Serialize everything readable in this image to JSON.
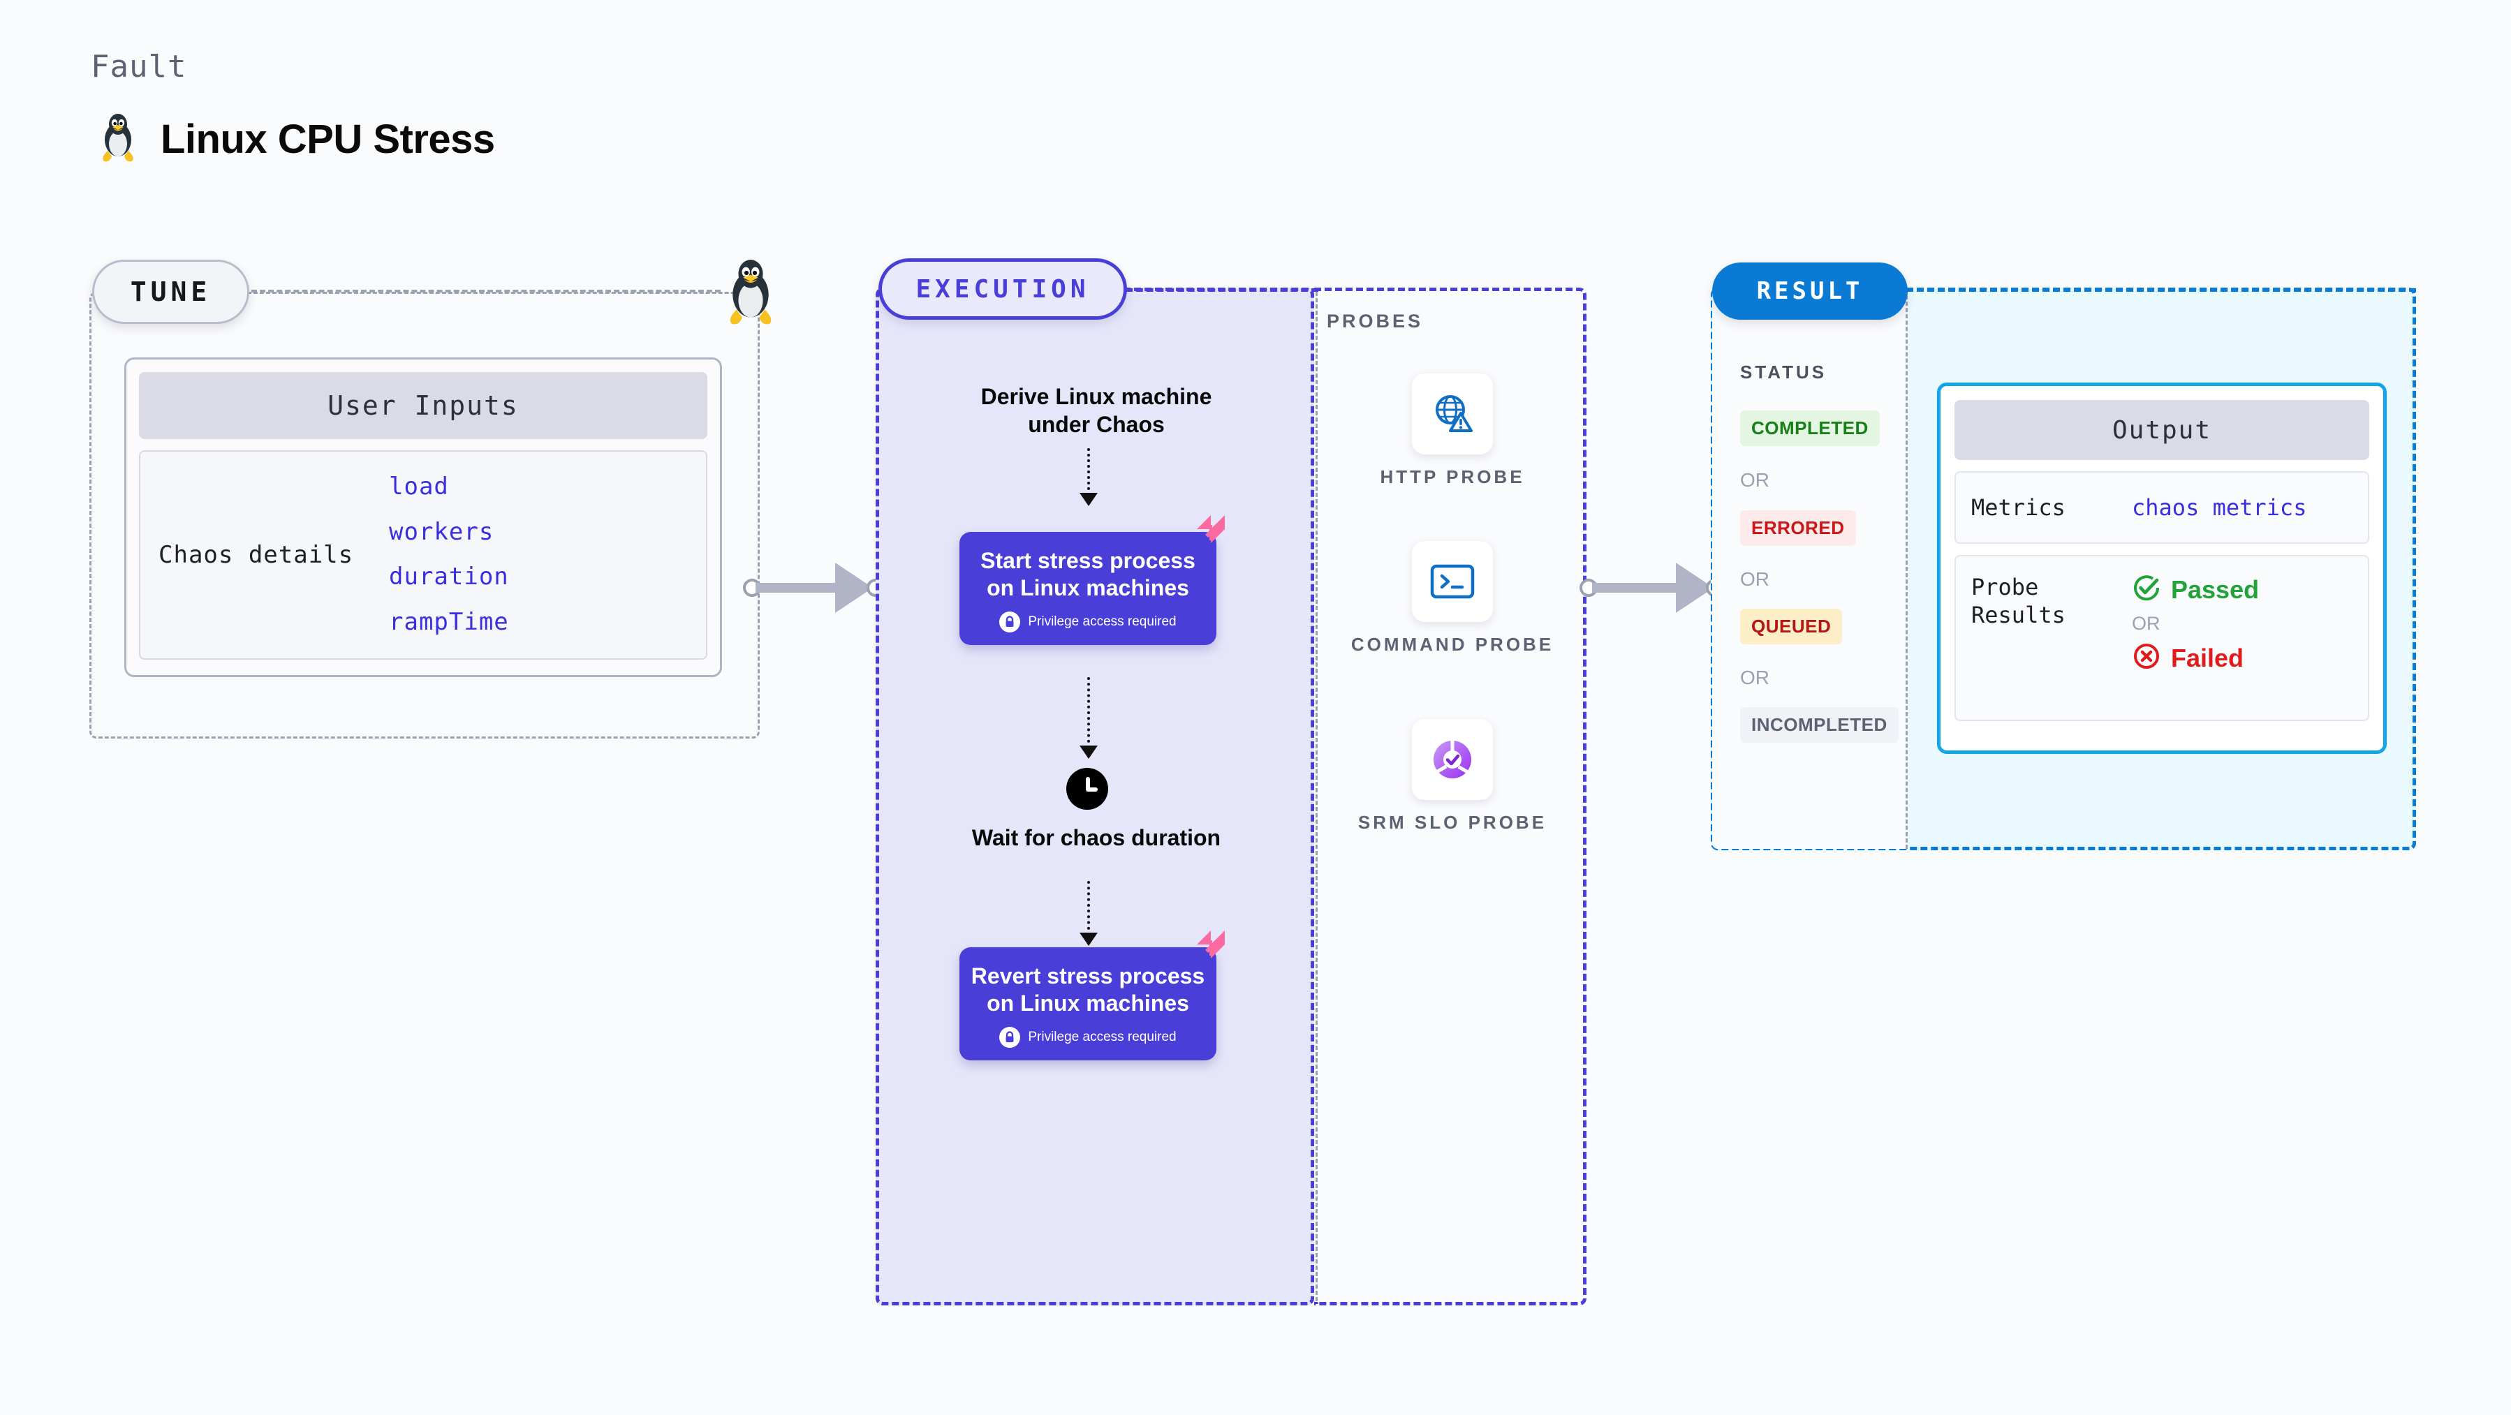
{
  "header": {
    "fault_label": "Fault",
    "title": "Linux CPU Stress",
    "icon": "linux-tux-icon"
  },
  "tune": {
    "pill_label": "TUNE",
    "card_header": "User Inputs",
    "details_label": "Chaos details",
    "inputs": [
      "load",
      "workers",
      "duration",
      "rampTime"
    ],
    "edge_icon": "linux-tux-icon"
  },
  "execution": {
    "pill_label": "EXECUTION",
    "steps": {
      "derive": "Derive Linux machine under Chaos",
      "start": "Start stress process on Linux machines",
      "wait": "Wait for chaos duration",
      "revert": "Revert stress process on Linux machines"
    },
    "privilege_note": "Privilege access required",
    "lock_icon": "lock-icon",
    "clock_icon": "clock-icon",
    "corner_icon": "harness-logo-icon"
  },
  "probes": {
    "section_label": "PROBES",
    "items": [
      {
        "caption": "HTTP PROBE",
        "icon": "globe-warning-icon"
      },
      {
        "caption": "COMMAND PROBE",
        "icon": "terminal-icon"
      },
      {
        "caption": "SRM SLO PROBE",
        "icon": "slo-donut-check-icon"
      }
    ]
  },
  "result": {
    "pill_label": "RESULT",
    "status_label": "STATUS",
    "or_label": "OR",
    "statuses": [
      {
        "label": "COMPLETED",
        "color": "#1a7f1a",
        "bg": "#e2f6e2"
      },
      {
        "label": "ERRORED",
        "color": "#cc1515",
        "bg": "#fdeaea"
      },
      {
        "label": "QUEUED",
        "color": "#b61515",
        "bg": "#fcefc8"
      },
      {
        "label": "INCOMPLETED",
        "color": "#5b6272",
        "bg": "#f1f2f7"
      }
    ],
    "output": {
      "header": "Output",
      "metrics_label": "Metrics",
      "metrics_value": "chaos metrics",
      "probe_results_label": "Probe Results",
      "passed_label": "Passed",
      "failed_label": "Failed",
      "or_label": "OR",
      "passed_icon": "check-circle-icon",
      "failed_icon": "x-circle-icon"
    }
  },
  "colors": {
    "indigo": "#4a3ed8",
    "blue": "#0a7ad4",
    "cyan": "#14a5e8",
    "gray_border": "#9aa1b1",
    "pink_logo": "#fb6aa0"
  }
}
